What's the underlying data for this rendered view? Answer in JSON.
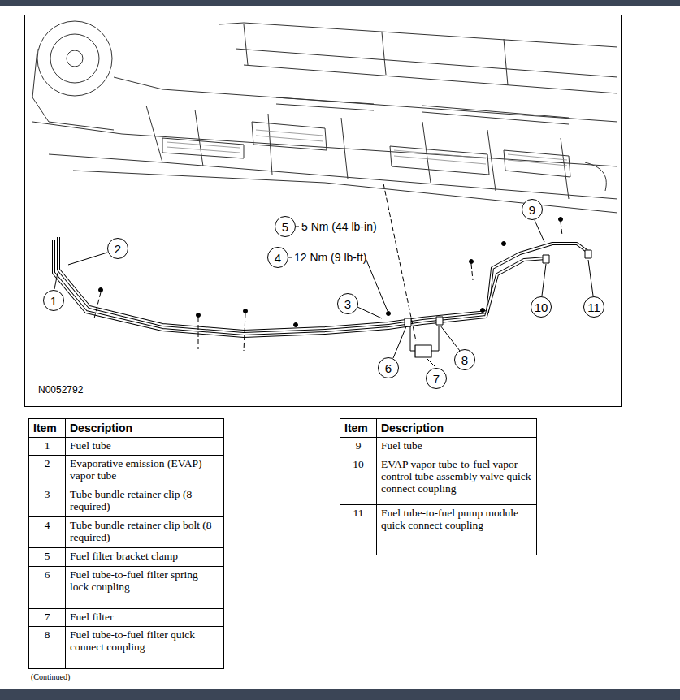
{
  "diagram": {
    "nodes": [
      {
        "text": [
          "1"
        ]
      },
      {
        "text": [
          "2"
        ]
      },
      {
        "text": [
          "3"
        ]
      },
      {
        "text": [
          "4"
        ]
      },
      {
        "text": [
          "5"
        ]
      },
      {
        "text": [
          "6"
        ]
      },
      {
        "text": [
          "7"
        ]
      },
      {
        "text": [
          "8"
        ]
      },
      {
        "text": [
          "9"
        ]
      },
      {
        "text": [
          "10"
        ]
      },
      {
        "text": [
          "11"
        ]
      }
    ],
    "labels": [
      "5 Nm (44 lb-in)",
      "12 Nm (9 lb-ft)",
      "N0052792",
      "Item",
      "Description",
      "1",
      "Fuel tube",
      "2",
      "Evaporative emission (EVAP) vapor tube",
      "3",
      "Tube bundle retainer clip (8 required)",
      "4",
      "Tube bundle retainer clip bolt (8 required)",
      "5",
      "Fuel filter bracket clamp",
      "6",
      "Fuel tube-to-fuel filter spring lock coupling",
      "7",
      "Fuel filter",
      "8",
      "Fuel tube-to-fuel filter quick connect coupling",
      "Item",
      "Description",
      "9",
      "Fuel tube",
      "10",
      "EVAP vapor tube-to-fuel vapor control tube assembly valve quick connect coupling",
      "11",
      "Fuel tube-to-fuel pump module quick connect coupling",
      "(Continued)"
    ]
  }
}
